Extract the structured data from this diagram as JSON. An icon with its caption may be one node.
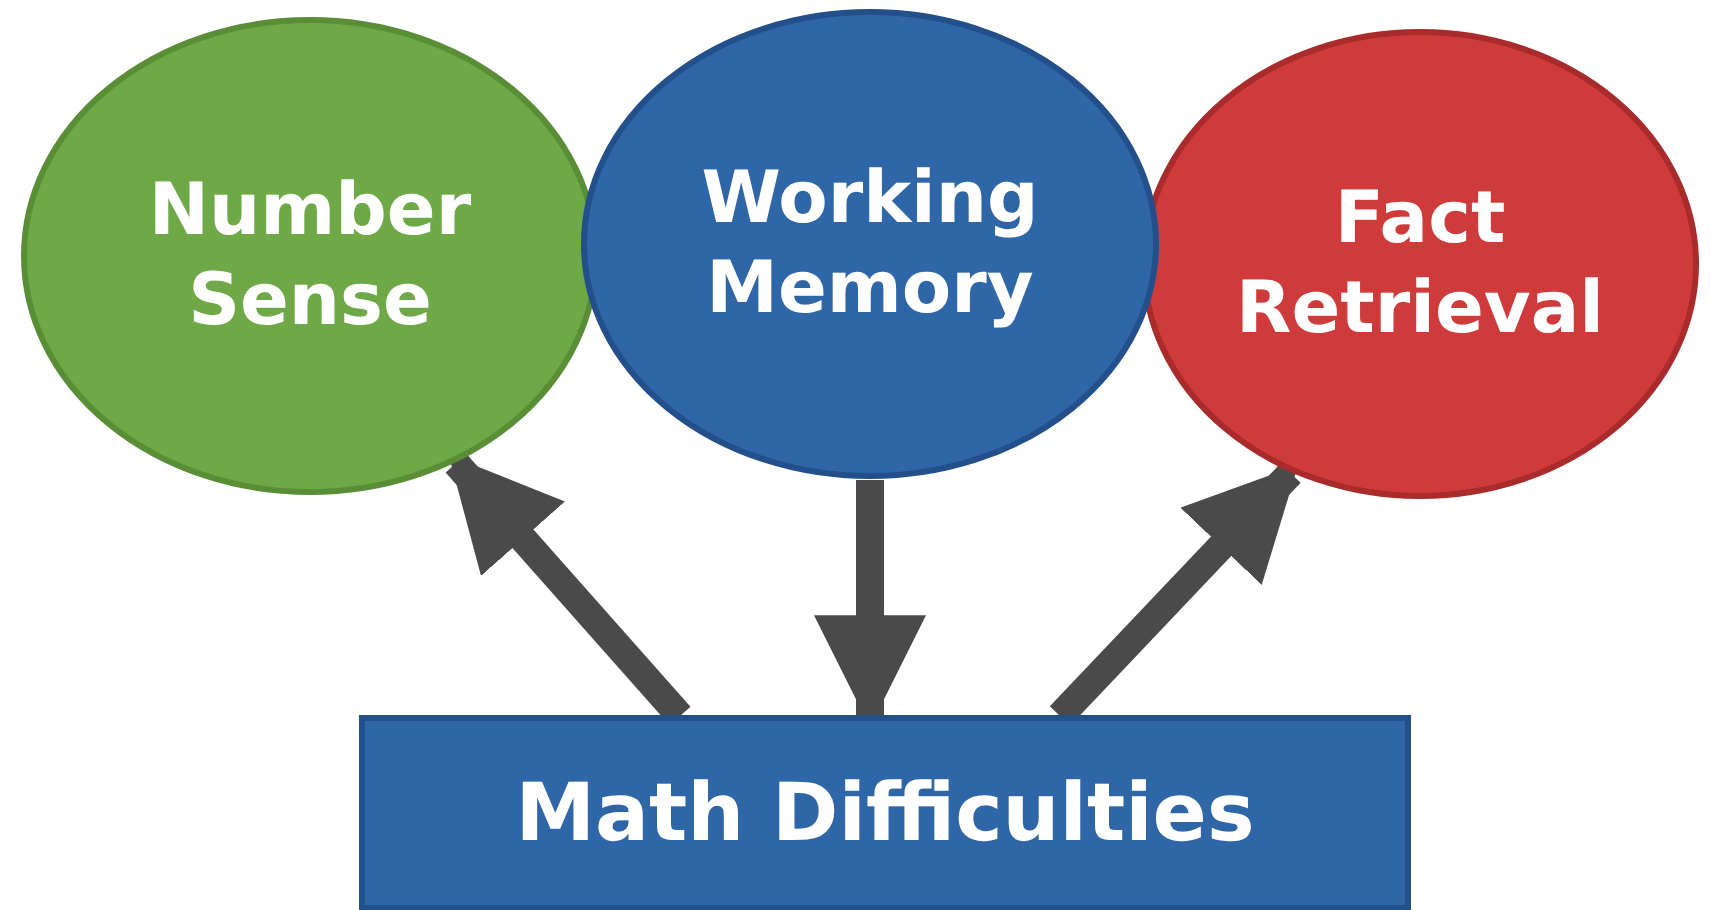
{
  "diagram": {
    "nodes": [
      {
        "text": [
          "Number Sense"
        ]
      },
      {
        "text": [
          "Working Memory"
        ]
      },
      {
        "text": [
          "Fact Retrieval"
        ]
      },
      {
        "text": [
          "Math Difficulties"
        ]
      }
    ],
    "edges": [
      {
        "from": 3,
        "to": 0,
        "arrow": "to"
      },
      {
        "from": 1,
        "to": 3,
        "arrow": "to"
      },
      {
        "from": 3,
        "to": 2,
        "arrow": "to"
      }
    ]
  }
}
